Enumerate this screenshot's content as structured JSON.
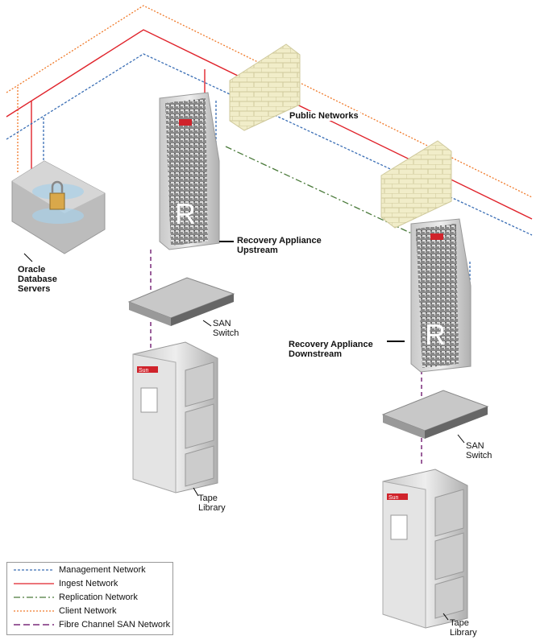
{
  "labels": {
    "oracle_db": [
      "Oracle",
      "Database",
      "Servers"
    ],
    "public_networks": "Public Networks",
    "ra_upstream": [
      "Recovery Appliance",
      "Upstream"
    ],
    "ra_downstream": [
      "Recovery Appliance",
      "Downstream"
    ],
    "san_switch_1": [
      "SAN",
      "Switch"
    ],
    "san_switch_2": [
      "SAN",
      "Switch"
    ],
    "tape_library_1": [
      "Tape",
      "Library"
    ],
    "tape_library_2": [
      "Tape",
      "Library"
    ],
    "ra_logo_letter": "R",
    "tape_brand": "Sun"
  },
  "legend": [
    {
      "label": "Management Network",
      "color": "#3a6eb5",
      "style": "dotted"
    },
    {
      "label": "Ingest Network",
      "color": "#e0232b",
      "style": "solid"
    },
    {
      "label": "Replication Network",
      "color": "#4a7a3a",
      "style": "dash-dot"
    },
    {
      "label": "Client Network",
      "color": "#f07a2a",
      "style": "dotted"
    },
    {
      "label": "Fibre Channel SAN Network",
      "color": "#7a2a7a",
      "style": "dashed"
    }
  ]
}
